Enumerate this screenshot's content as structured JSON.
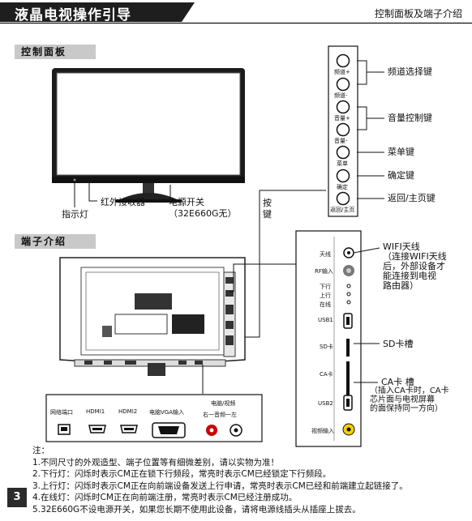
{
  "header": {
    "title": "液晶电视操作引导",
    "right_title": "控制面板及端子介绍"
  },
  "sections": {
    "control_panel": "控制面板",
    "terminals": "端子介绍"
  },
  "tv_labels": {
    "indicator": "指示灯",
    "ir_receiver": "红外接收器",
    "power_switch": "电源开关",
    "power_note": "（32E660G无）",
    "buttons_label": "按键"
  },
  "panel_buttons": [
    {
      "small": "频道+",
      "callout": "频道选择键"
    },
    {
      "small": "频道-",
      "callout": ""
    },
    {
      "small": "音量+",
      "callout": "音量控制键"
    },
    {
      "small": "音量-",
      "callout": ""
    },
    {
      "small": "菜单",
      "callout": "菜单键"
    },
    {
      "small": "确定",
      "callout": "确定键"
    },
    {
      "small": "返回/主页",
      "callout": "返回/主页键"
    }
  ],
  "side_ports": {
    "antenna": "天线",
    "rf_input": "RF输入",
    "downlink": "下行",
    "uplink": "上行",
    "online": "在线",
    "usb1": "USB1",
    "sd": "SD卡",
    "ca": "CA卡",
    "usb2": "USB2",
    "video_in": "视频输入"
  },
  "side_callouts": {
    "wifi": [
      "WIFI天线",
      "（连接WIFI天线",
      "后，外部设备才",
      "能连接到电视",
      "路由器）"
    ],
    "sd_slot": "SD卡槽",
    "ca_slot": [
      "CA卡 槽",
      "（插入CA卡时，CA卡",
      "芯片面与电视屏幕",
      "的面保持同一方向）"
    ]
  },
  "bottom_ports": {
    "lan": "网络端口",
    "hdmi1": "HDMI1",
    "hdmi2": "HDMI2",
    "vga": "电脑VGA输入",
    "pc_video": "电脑/视频",
    "lr": "右一音频一左"
  },
  "notes": {
    "heading": "注：",
    "items": [
      "1.不同尺寸的外观造型、端子位置等有细微差别，请以实物为准！",
      "2.下行灯：闪烁时表示CM正在锁下行频段，常亮时表示CM已经锁定下行频段。",
      "3.上行灯：闪烁时表示CM正在向前端设备发送上行申请，常亮时表示CM已经和前端建立起链接了。",
      "4.在线灯：闪烁时CM正在向前端注册，常亮时表示CM已经注册成功。",
      "5.32E660G不设电源开关，如果您长期不使用此设备，请将电源线插头从插座上拔去。"
    ]
  },
  "page_number": "3"
}
